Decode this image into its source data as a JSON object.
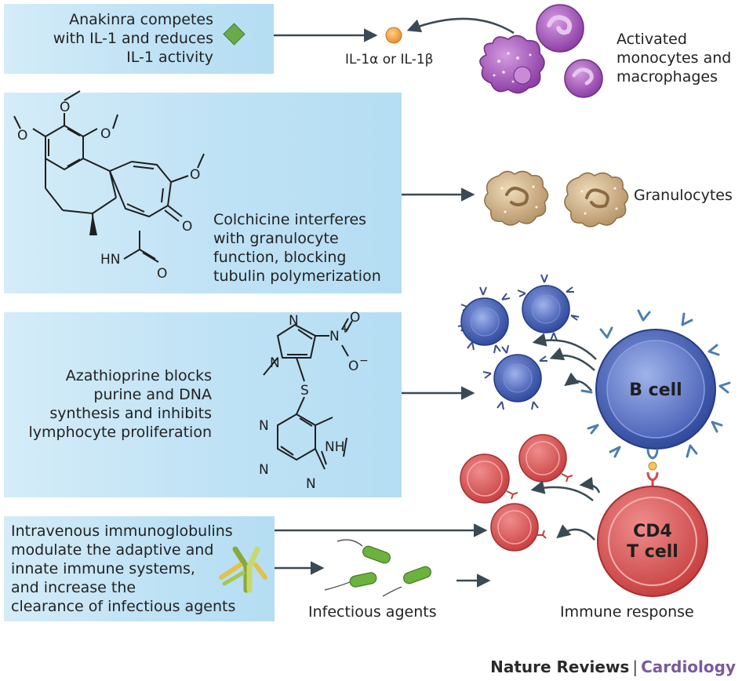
{
  "panels": {
    "anakinra": [
      "Anakinra competes",
      "with IL-1 and reduces",
      "IL-1 activity"
    ],
    "colchicine": [
      "Colchicine interferes",
      "with granulocyte",
      "function, blocking",
      "tubulin polymerization"
    ],
    "azathioprine": [
      "Azathioprine blocks",
      "purine and DNA",
      "synthesis and inhibits",
      "lymphocyte proliferation"
    ],
    "ivig": [
      "Intravenous immunoglobulins",
      "modulate the adaptive and",
      "innate immune systems,",
      "and increase the",
      "clearance of infectious agents"
    ]
  },
  "labels": {
    "il1": "IL-1α or IL-1β",
    "monocytes": [
      "Activated",
      "monocytes and",
      "macrophages"
    ],
    "granulocytes": "Granulocytes",
    "infectious": "Infectious agents",
    "immune_response": "Immune response",
    "b_cell": "B cell",
    "cd4": "CD4",
    "t_cell": "T cell"
  },
  "chem": {
    "o": "O",
    "hn": "HN",
    "n": "N",
    "s": "S",
    "nh": "NH",
    "o_minus": "O",
    "minus": "−",
    "plus": "+"
  },
  "footer": {
    "journal": "Nature Reviews",
    "separator": "|",
    "section": "Cardiology"
  },
  "colors": {
    "panel": "#c4e4f6",
    "arrow": "#3a4a55",
    "monocyte": "#a55bb8",
    "granulocyte": "#c8ad84",
    "b_cell": "#3b55a8",
    "t_cell": "#d04a4a",
    "bacteria": "#6db23e",
    "antibody": "#a9c64f",
    "il1": "#f0a040",
    "anakinra": "#6aaa48"
  }
}
